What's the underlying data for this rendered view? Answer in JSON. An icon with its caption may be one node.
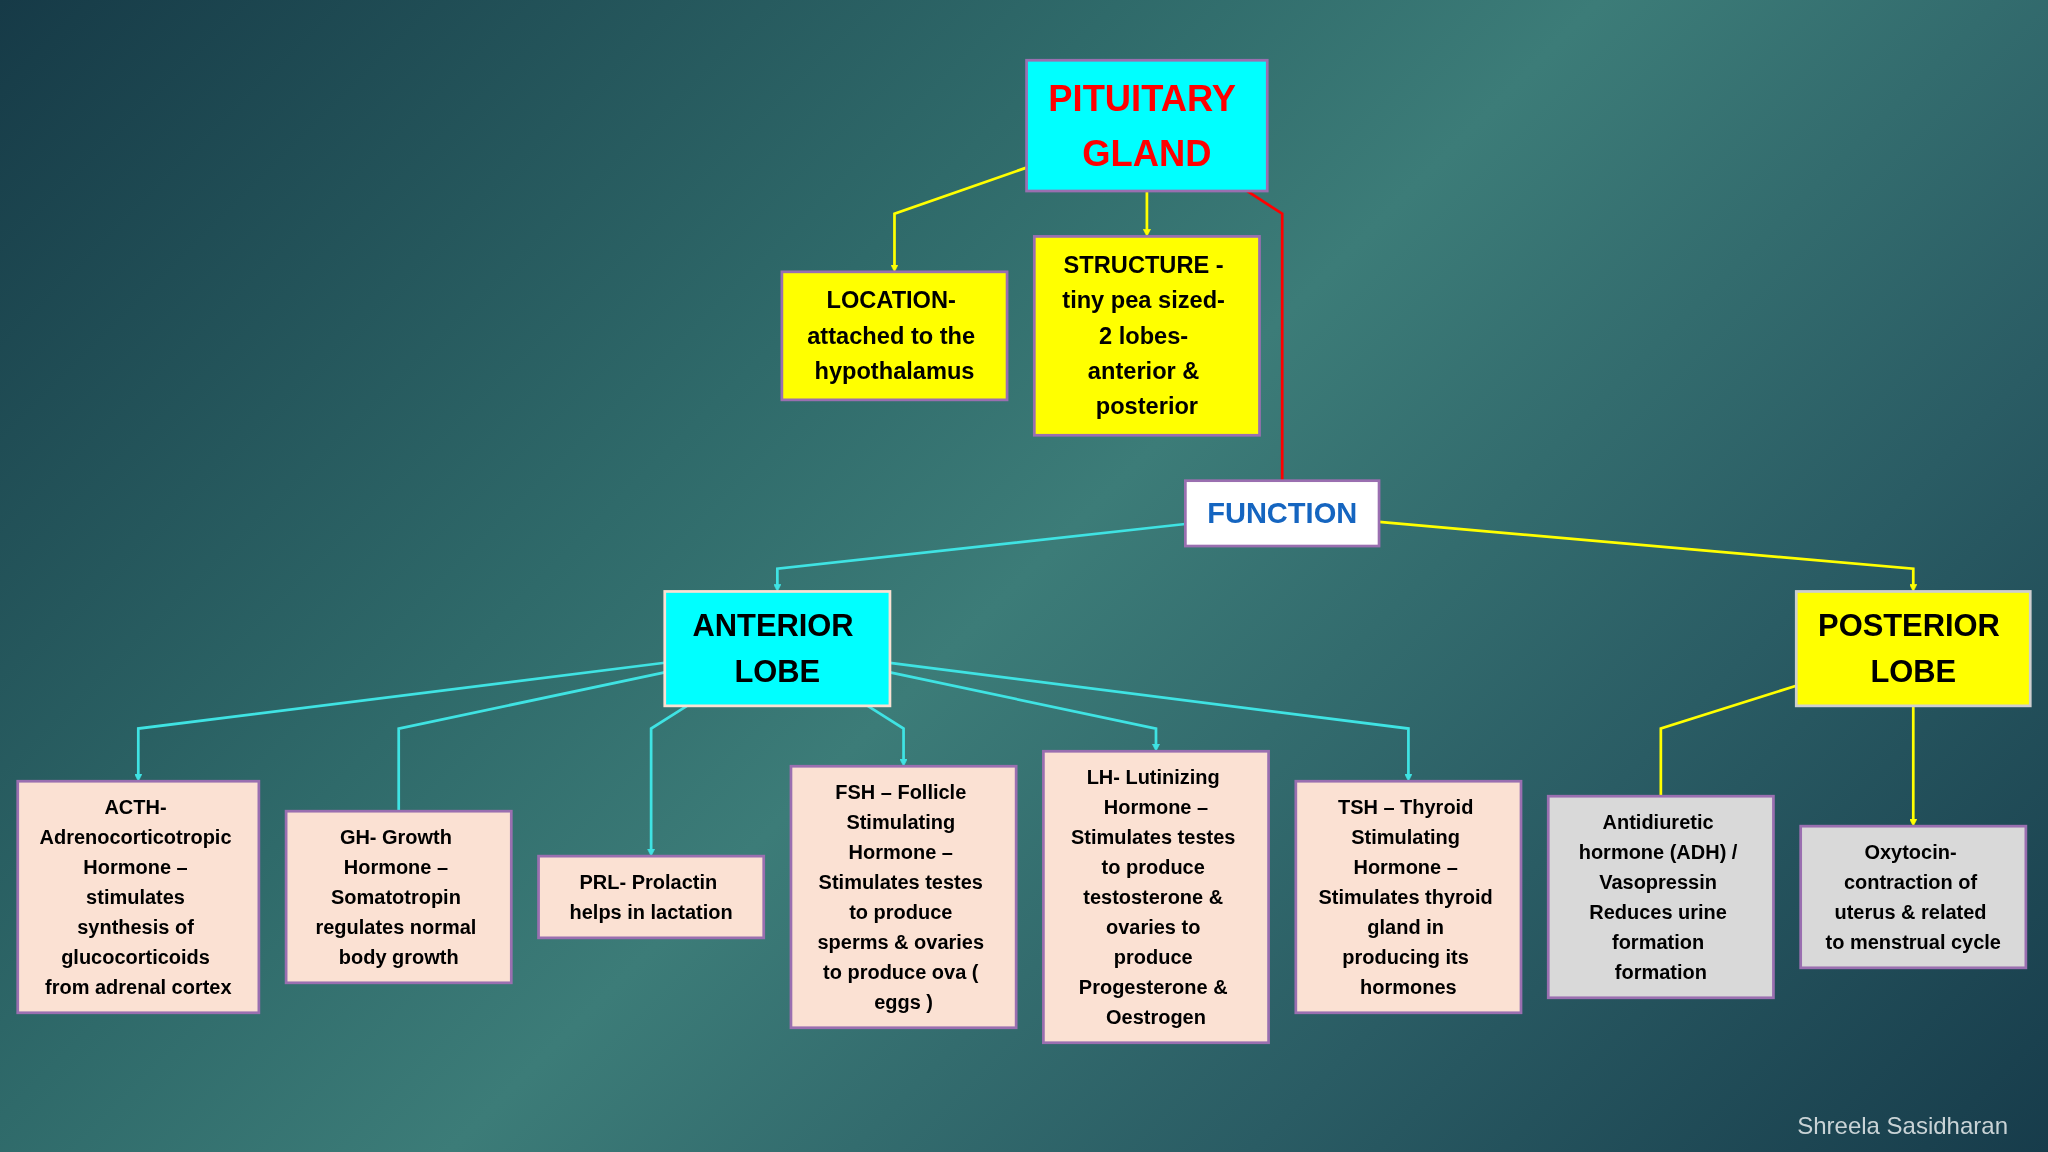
{
  "diagram": {
    "nodes": [
      {
        "text": [
          "PITUITARY GLAND"
        ]
      },
      {
        "text": [
          "LOCATION- attached to the hypothalamus"
        ]
      },
      {
        "text": [
          "STRUCTURE - tiny pea sized- 2 lobes- anterior & posterior"
        ]
      },
      {
        "text": [
          "FUNCTION"
        ]
      },
      {
        "text": [
          "ANTERIOR LOBE"
        ]
      },
      {
        "text": [
          "POSTERIOR LOBE"
        ]
      },
      {
        "text": [
          "Antidiuretic hormone (ADH) / Vasopressin Reduces urine formation formation"
        ]
      },
      {
        "text": [
          "Oxytocin- contraction of uterus & related to menstrual cycle"
        ]
      },
      {
        "text": [
          "GH- Growth Hormone – Somatotropin regulates normal body growth"
        ]
      },
      {
        "text": [
          "PRL- Prolactin helps in lactation"
        ]
      },
      {
        "text": [
          "FSH – Follicle Stimulating Hormone – Stimulates testes to produce sperms & ovaries to produce ova ( eggs )"
        ]
      },
      {
        "text": [
          "LH- Lutinizing Hormone –",
          "Stimulates testes to produce testosterone & ovaries to produce Progesterone & Oestrogen"
        ]
      },
      {
        "text": [
          "TSH – Thyroid Stimulating Hormone – Stimulates thyroid gland in producing its hormones"
        ]
      },
      {
        "text": [
          "ACTH- Adrenocorticotropic Hormone – stimulates synthesis of glucocorticoids from adrenal cortex"
        ]
      }
    ],
    "edges": [
      {
        "from": 0,
        "to": 1,
        "arrow": "to",
        "color": "#ffff00"
      },
      {
        "from": 0,
        "to": 3,
        "arrow": "none",
        "color": "#ff0000"
      },
      {
        "from": 0,
        "to": 2,
        "arrow": "to",
        "color": "#ffff00"
      },
      {
        "from": 3,
        "to": 4,
        "arrow": "to"
      },
      {
        "from": 3,
        "to": 5,
        "arrow": "to",
        "color": "#ffff00"
      },
      {
        "from": 4,
        "to": 13,
        "arrow": "to"
      },
      {
        "from": 4,
        "to": 8,
        "arrow": "none"
      },
      {
        "from": 4,
        "to": 9,
        "arrow": "to"
      },
      {
        "from": 4,
        "to": 10,
        "arrow": "to"
      },
      {
        "from": 4,
        "to": 11,
        "arrow": "to"
      },
      {
        "from": 4,
        "to": 12,
        "arrow": "to"
      },
      {
        "from": 5,
        "to": 6,
        "arrow": "none",
        "color": "#ffff00"
      },
      {
        "from": 5,
        "to": 7,
        "arrow": "to",
        "color": "#ffff00"
      }
    ],
    "labels": [
      "Shreela Sasidharan"
    ]
  }
}
